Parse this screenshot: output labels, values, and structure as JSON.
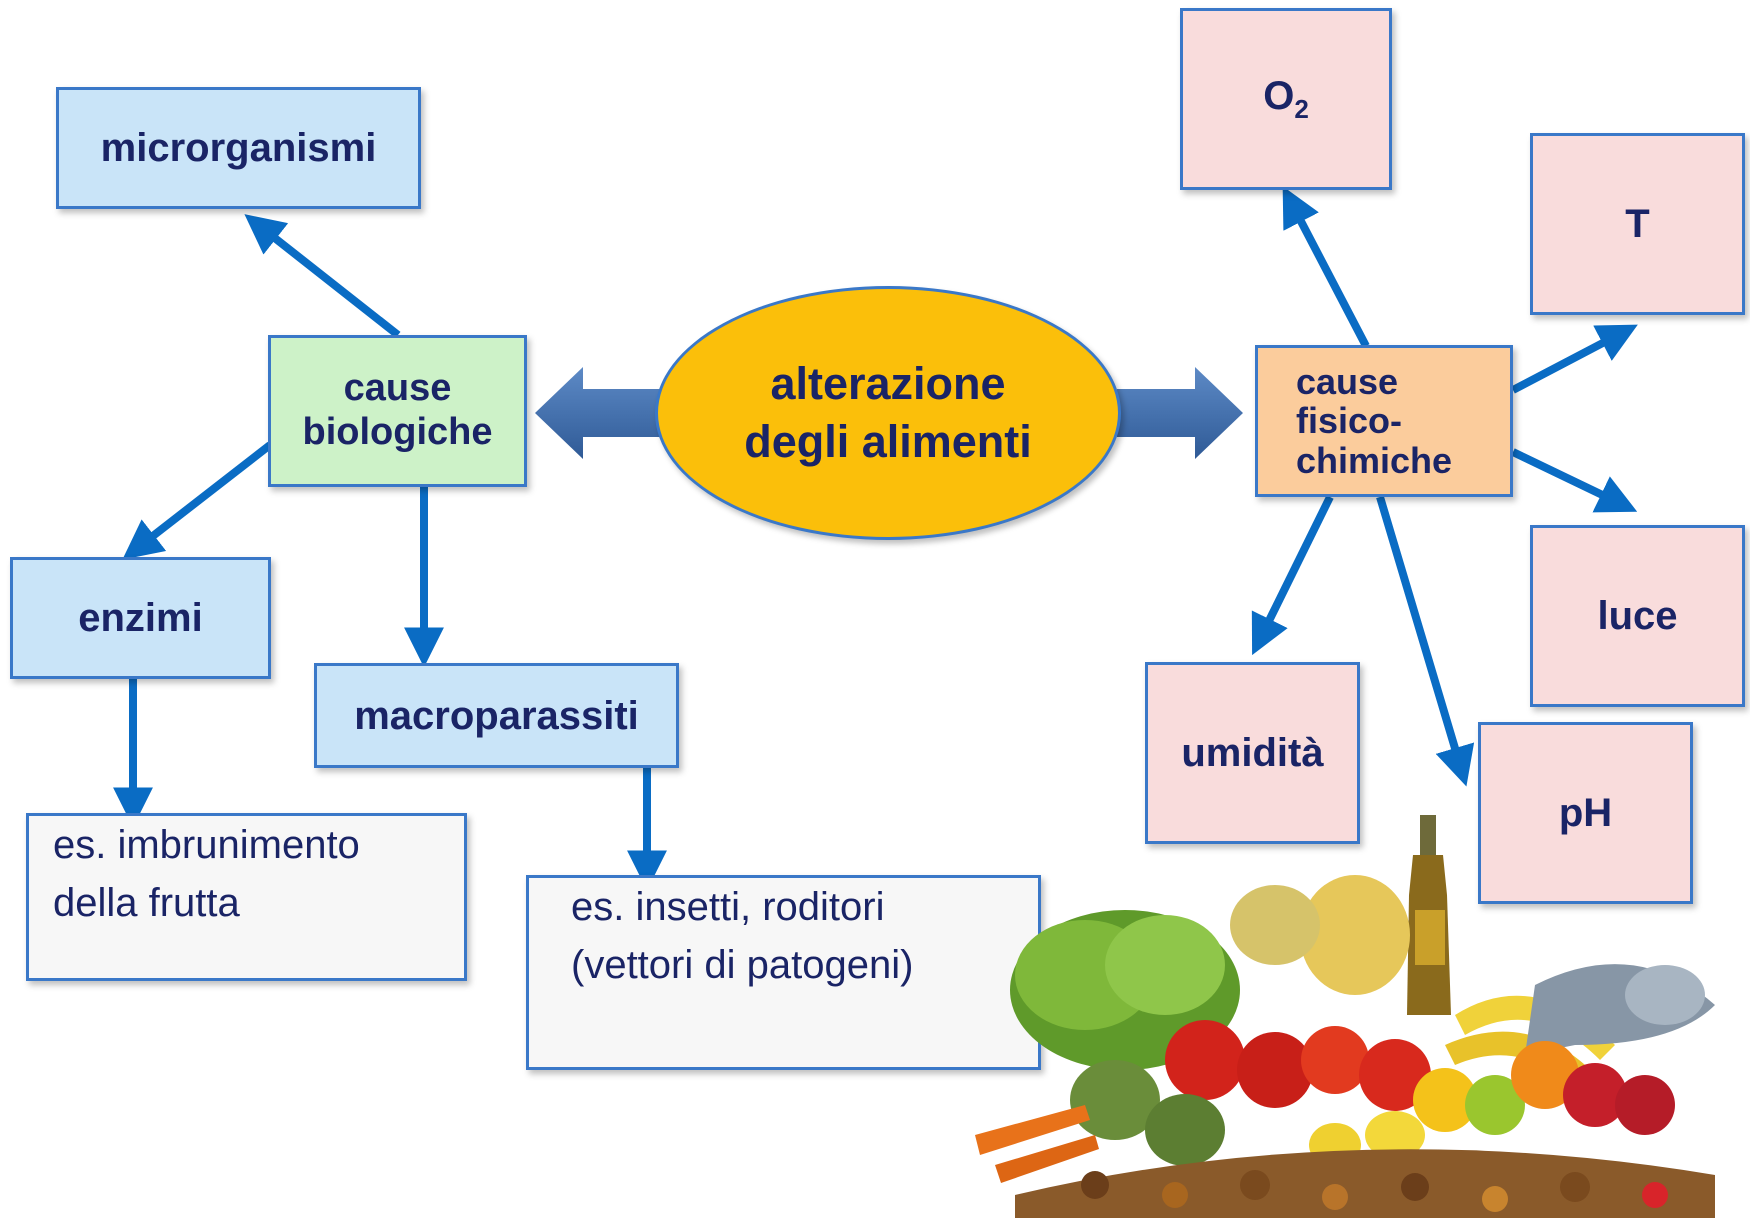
{
  "center": {
    "line1": "alterazione",
    "line2": "degli alimenti",
    "color": "#fbbf0a"
  },
  "biological": {
    "cause": {
      "line1": "cause",
      "line2": "biologiche"
    },
    "microorganisms": "microrganismi",
    "enzymes": "enzimi",
    "macroparasites": "macroparassiti",
    "enzyme_example": {
      "line1": "es. imbrunimento",
      "line2": "della frutta"
    },
    "macroparasite_example": {
      "line1": "es. insetti, roditori",
      "line2": "(vettori di patogeni)"
    }
  },
  "physicochemical": {
    "cause": {
      "line1": "cause",
      "line2": "fisico-",
      "line3": "chimiche"
    },
    "oxygen": {
      "symbol": "O",
      "subscript": "2"
    },
    "temperature": "T",
    "light": "luce",
    "humidity": "umidità",
    "ph": "pH"
  },
  "colors": {
    "arrow": "#0a6cc4",
    "block_arrow": "#3f6fae",
    "box_border": "#3a78c8",
    "text": "#1a2466",
    "biological_box": "#c9e4f8",
    "biological_cause": "#cdf2c8",
    "physicochemical_cause": "#fbcc9c",
    "physicochemical_box": "#f9dcdc"
  },
  "illustration": {
    "icon": "food-still-life-illustration"
  }
}
